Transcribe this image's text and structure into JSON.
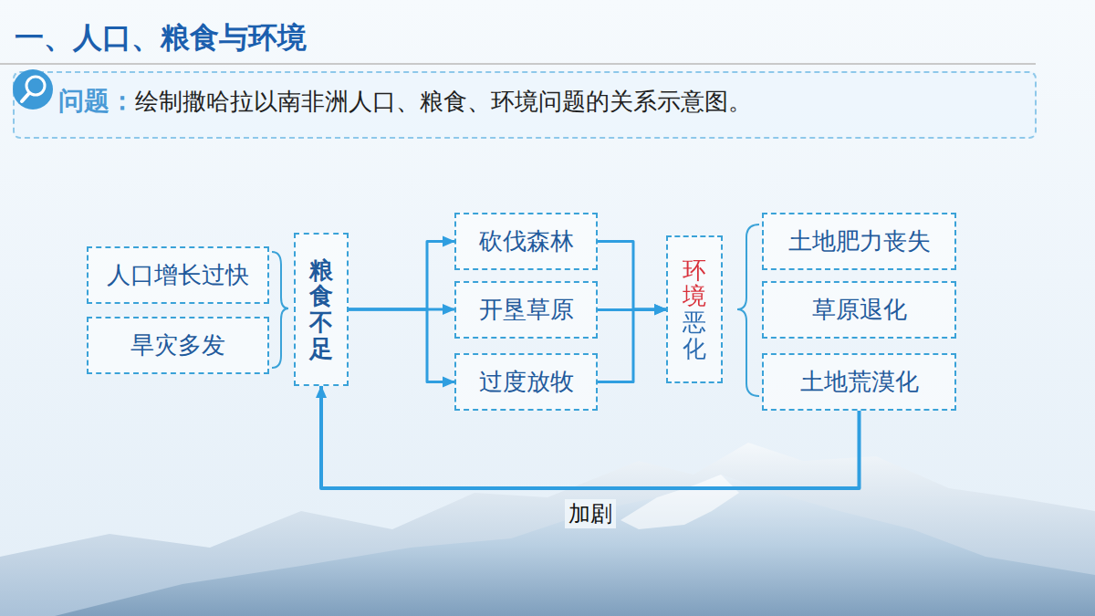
{
  "diagram": {
    "title": "一、人口、粮食与环境",
    "nodes": [
      {
        "text": [
          "人口增长过快"
        ]
      },
      {
        "text": [
          "旱灾多发"
        ]
      },
      {
        "text": [
          "粮食不足"
        ]
      },
      {
        "text": [
          "砍伐森林"
        ]
      },
      {
        "text": [
          "开垦草原"
        ]
      },
      {
        "text": [
          "过度放牧"
        ]
      },
      {
        "text": [
          "环境恶化"
        ]
      },
      {
        "text": [
          "土地肥力丧失"
        ]
      },
      {
        "text": [
          "草原退化"
        ]
      },
      {
        "text": [
          "土地荒漠化"
        ]
      }
    ],
    "edges": [
      {
        "from": 2,
        "to": 3,
        "arrow": "to"
      },
      {
        "from": 2,
        "to": 4,
        "arrow": "to"
      },
      {
        "from": 2,
        "to": 5,
        "arrow": "to"
      },
      {
        "from": 3,
        "to": 6,
        "arrow": "to"
      },
      {
        "from": 4,
        "to": 6,
        "arrow": "to"
      },
      {
        "from": 5,
        "to": 6,
        "arrow": "to"
      },
      {
        "from": 9,
        "to": 2,
        "label": "加剧",
        "arrow": "to"
      }
    ],
    "labels": [
      "问题：",
      "绘制撒哈拉以南非洲人口、粮食、环境问题的关系示意图。"
    ]
  }
}
